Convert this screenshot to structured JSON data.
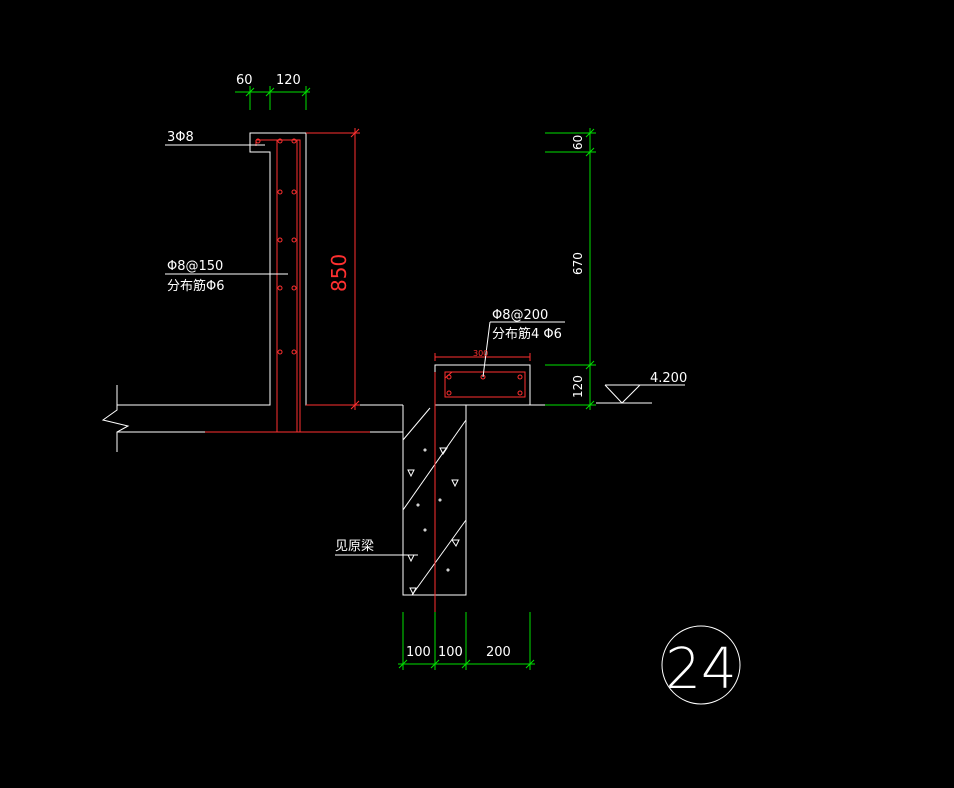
{
  "colors": {
    "background": "#000000",
    "outline": "#ffffff",
    "rebar": "#ff3030",
    "dimension": "#00e000",
    "dimension_text": "#ffffff",
    "rebar_dim_text": "#ff3030"
  },
  "dimensions": {
    "top_left": "60",
    "top_right": "120",
    "wall_height": "850",
    "right_top": "60",
    "right_middle": "670",
    "right_bottom": "120",
    "bottom_1": "100",
    "bottom_2": "100",
    "bottom_3": "200",
    "cap_width": "300"
  },
  "annotations": {
    "top_bars": "3Φ8",
    "wall_bars_main": "Φ8@150",
    "wall_bars_dist": "分布筋Φ6",
    "cap_bars_main": "Φ8@200",
    "cap_bars_dist": "分布筋4 Φ6",
    "beam_label": "见原梁",
    "elevation": "4.200"
  },
  "detail_number": "24"
}
